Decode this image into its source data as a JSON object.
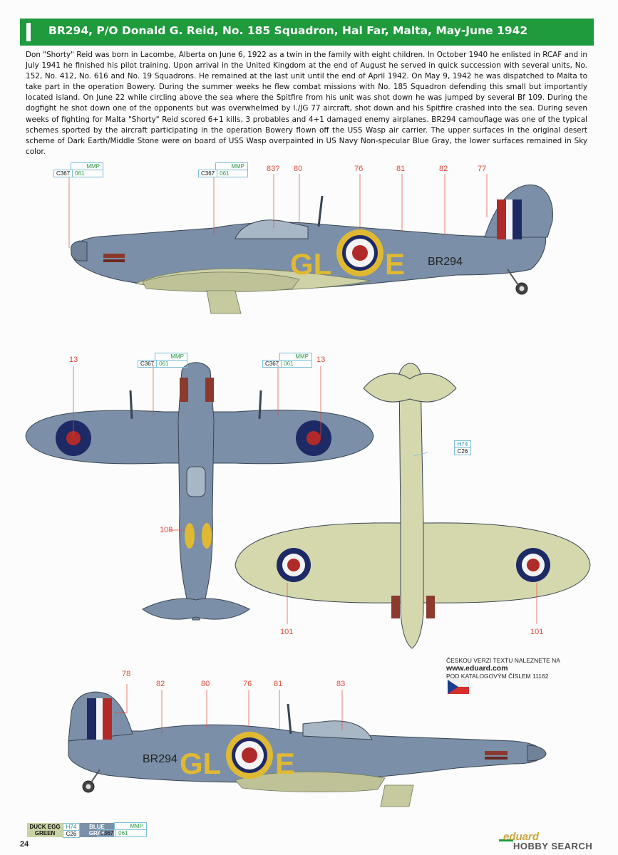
{
  "header": {
    "title": "BR294, P/O Donald G. Reid, No. 185 Squadron, Hal Far, Malta, May-June 1942"
  },
  "bio": "Don \"Shorty\" Reid was born in Lacombe, Alberta on June 6, 1922 as a twin in the family with eight children. In October 1940 he enlisted in RCAF and in July 1941 he finished his pilot training. Upon arrival in the United Kingdom at the end of August he served in quick succession with several units, No. 152, No. 412, No. 616 and No. 19 Squadrons. He remained at the last unit until the end of April 1942. On May 9, 1942 he was dispatched to Malta to take part in the operation Bowery. During the summer weeks he flew combat missions with No. 185 Squadron defending this small but importantly located island. On June 22 while circling above the sea where the Spitfire from his unit was shot down he was jumped by several Bf 109. During the dogfight he shot down one of the opponents but was overwhelmed by I./JG 77 aircraft, shot down and his Spitfire crashed into the sea. During seven weeks of fighting for Malta \"Shorty\" Reid scored 6+1 kills, 3 probables and 4+1 damaged enemy airplanes. BR294 camouflage was one of the typical schemes sported by the aircraft participating in the operation Bowery flown off the USS Wasp air carrier. The upper surfaces in the original desert scheme of Dark Earth/Middle Stone were on board of USS Wasp overpainted in US Navy Non-specular Blue Gray, the lower surfaces remained in Sky color.",
  "paint_refs": {
    "mmp": "MMP",
    "c367": "C367",
    "n061": "061",
    "h74": "H74",
    "c26": "C26"
  },
  "callouts": {
    "side_top": [
      "83?",
      "80",
      "76",
      "81",
      "82",
      "77"
    ],
    "upper": [
      "13",
      "13",
      "108"
    ],
    "lower": [
      "101",
      "101"
    ],
    "side_bottom": [
      "78",
      "82",
      "80",
      "76",
      "81",
      "83"
    ]
  },
  "markings": {
    "code_left": "GL",
    "code_right": "E",
    "serial": "BR294",
    "serial_partial": "BR294"
  },
  "czech": {
    "line1": "ČESKOU VERZI TEXTU NALEZNETE NA",
    "url": "www.eduard.com",
    "line3": "POD KATALOGOVÝM ČÍSLEM 11162"
  },
  "legend": [
    {
      "name_line1": "DUCK EGG",
      "name_line2": "GREEN",
      "code_top": "H74",
      "code_bottom": "C26",
      "color": "#c9d3a4"
    },
    {
      "name_line1": "BLUE",
      "name_line2": "GRAY",
      "code_top": "MMP",
      "code_bottom_left": "C367",
      "code_bottom_right": "061",
      "color": "#7b8fa8"
    }
  ],
  "footer": {
    "page": "24",
    "brand": "eduard",
    "watermark": "HOBBY SEARCH"
  },
  "colors": {
    "header_green": "#1f9a3c",
    "blue_gray": "#7b8fa8",
    "sky": "#d5d8ad",
    "roundel_blue": "#1d2a66",
    "roundel_red": "#b12a2a",
    "code_yellow": "#e0b933",
    "callout_red": "#e2493b"
  }
}
